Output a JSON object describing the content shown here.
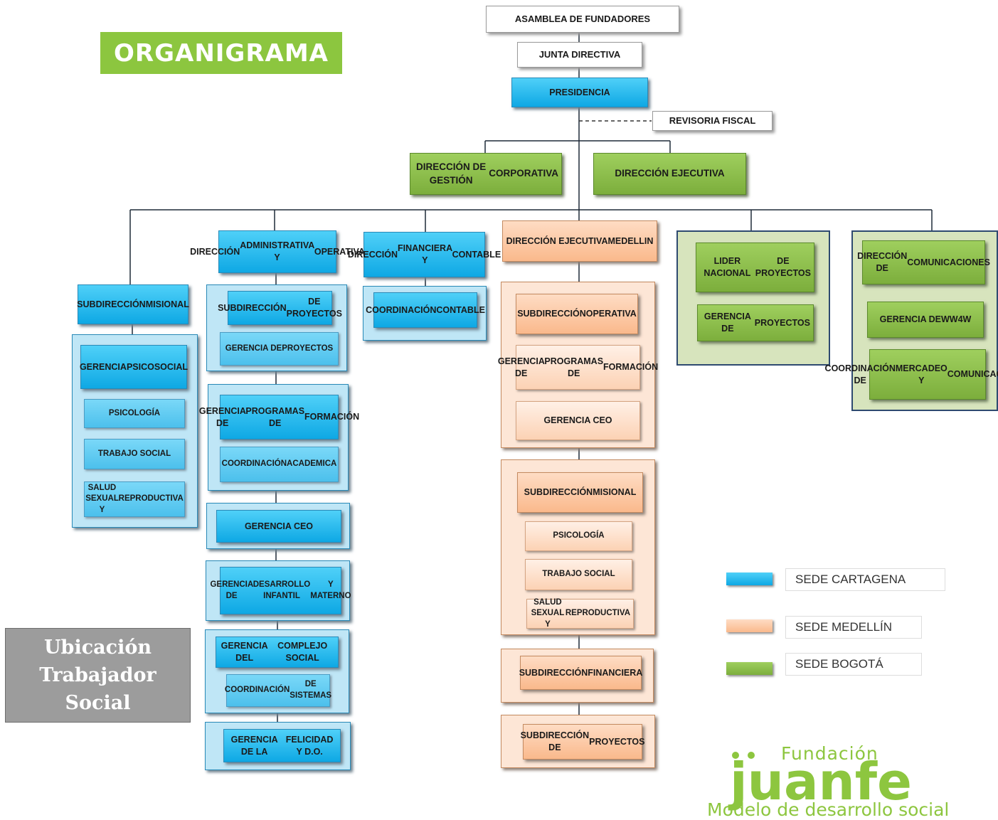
{
  "title": "ORGANIGRAMA",
  "top": {
    "asamblea": "ASAMBLEA DE FUNDADORES",
    "junta": "JUNTA DIRECTIVA",
    "presidencia": "PRESIDENCIA",
    "revisoria": "REVISORIA FISCAL",
    "gestion": [
      "DIRECCIÓN DE GESTIÓN",
      "CORPORATIVA"
    ],
    "ejecutiva": "DIRECCIÓN EJECUTIVA"
  },
  "cartagena_misional": {
    "head": [
      "SUBDIRECCIÓN",
      "MISIONAL"
    ],
    "items": [
      [
        "GERENCIA",
        "PSICOSOCIAL"
      ],
      [
        "PSICOLOGÍA"
      ],
      [
        "TRABAJO SOCIAL"
      ],
      [
        "SALUD SEXUAL Y",
        "REPRODUCTIVA"
      ]
    ]
  },
  "cartagena_admin": {
    "head": [
      "DIRECCIÓN",
      "ADMINISTRATIVA Y",
      "OPERATIVA"
    ],
    "subdir_proyectos": [
      "SUBDIRECCIÓN",
      "DE PROYECTOS"
    ],
    "gerencia_proyectos": [
      "GERENCIA DE",
      "PROYECTOS"
    ],
    "gerencia_programas": [
      "GERENCIA DE",
      "PROGRAMAS DE",
      "FORMACIÓN"
    ],
    "coord_academica": [
      "COORDINACIÓN",
      "ACADEMICA"
    ],
    "gerencia_ceo": [
      "GERENCIA CEO"
    ],
    "gerencia_desarrollo": [
      "GERENCIA DE",
      "DESARROLLO INFANTIL",
      "Y MATERNO"
    ],
    "gerencia_complejo": [
      "GERENCIA DEL",
      "COMPLEJO SOCIAL"
    ],
    "coord_sistemas": [
      "COORDINACIÓN",
      "DE SISTEMAS"
    ],
    "gerencia_felicidad": [
      "GERENCIA DE LA",
      "FELICIDAD Y D.O."
    ]
  },
  "cartagena_financiera": {
    "head": [
      "DIRECCIÓN",
      "FINANCIERA Y",
      "CONTABLE"
    ],
    "coord_contable": [
      "COORDINACIÓN",
      "CONTABLE"
    ]
  },
  "medellin": {
    "head": [
      "DIRECCIÓN EJECUTIVA",
      "MEDELLIN"
    ],
    "subdir_operativa": [
      "SUBDIRECCIÓN",
      "OPERATIVA"
    ],
    "gerencia_programas": [
      "GERENCIA DE",
      "PROGRAMAS DE",
      "FORMACIÓN"
    ],
    "gerencia_ceo": [
      "GERENCIA CEO"
    ],
    "subdir_misional": [
      "SUBDIRECCIÓN",
      "MISIONAL"
    ],
    "psicologia": [
      "PSICOLOGÍA"
    ],
    "trabajo_social": [
      "TRABAJO SOCIAL"
    ],
    "salud": [
      "SALUD SEXUAL Y",
      "REPRODUCTIVA"
    ],
    "subdir_financiera": [
      "SUBDIRECCIÓN",
      "FINANCIERA"
    ],
    "subdir_proyectos": [
      "SUBDIRECCIÓN DE",
      "PROYECTOS"
    ]
  },
  "bogota_proyectos": {
    "lider": [
      "LIDER NACIONAL",
      "DE PROYECTOS"
    ],
    "gerencia": [
      "GERENCIA DE",
      "PROYECTOS"
    ]
  },
  "bogota_comunicaciones": {
    "direccion": [
      "DIRECCIÓN DE",
      "COMUNICACIONES"
    ],
    "gerencia_ww4w": [
      "GERENCIA DE",
      "WW4W"
    ],
    "coord_mercadeo": [
      "COORDINACIÓN DE",
      "MERCADEO Y",
      "COMUNICACIONES"
    ]
  },
  "legend": [
    {
      "label": "SEDE CARTAGENA",
      "color": "#19b2ec"
    },
    {
      "label": "SEDE MEDELLÍN",
      "color": "#fbc39c"
    },
    {
      "label": "SEDE BOGOTÁ",
      "color": "#8cc152"
    }
  ],
  "ubicacion": [
    "Ubicación",
    "Trabajador",
    "Social"
  ],
  "logo": {
    "fundacion": "Fundación",
    "name": "juanfe",
    "tagline": "Modelo de desarrollo social",
    "color": "#8dc63f"
  }
}
